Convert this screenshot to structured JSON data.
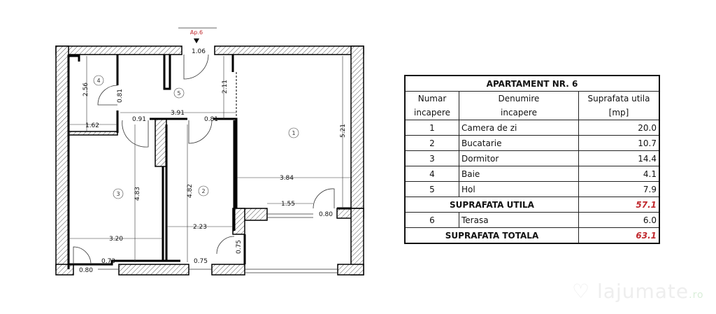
{
  "plan": {
    "apartment_label": "Ap.6",
    "rooms": [
      "1",
      "2",
      "3",
      "4",
      "5"
    ],
    "dimensions": {
      "entrance_width": "1.06",
      "baie_height": "2.56",
      "baie_door": "0.81",
      "hol_depth": "2.11",
      "hol_width": "3.91",
      "dormitor_door": "0.91",
      "bucatarie_door": "0.81",
      "baie_width": "1.62",
      "camera_height": "5.21",
      "camera_width": "3.84",
      "dormitor_height": "4.83",
      "bucatarie_height": "4.82",
      "window_terasa": "1.55",
      "door_terasa": "0.80",
      "bucatarie_width": "2.23",
      "bucatarie_terasa_door": "0.75",
      "dormitor_width": "3.20",
      "dormitor_window": "0.73",
      "bucatarie_window": "0.75",
      "dormitor_balcony_door": "0.80"
    }
  },
  "table": {
    "title": "APARTAMENT NR. 6",
    "headers": {
      "col1_line1": "Numar",
      "col1_line2": "incapere",
      "col2_line1": "Denumire",
      "col2_line2": "incapere",
      "col3_line1": "Suprafata utila",
      "col3_line2": "[mp]"
    },
    "rows": [
      {
        "nr": "1",
        "name": "Camera de zi",
        "area": "20.0"
      },
      {
        "nr": "2",
        "name": "Bucatarie",
        "area": "10.7"
      },
      {
        "nr": "3",
        "name": "Dormitor",
        "area": "14.4"
      },
      {
        "nr": "4",
        "name": "Baie",
        "area": "4.1"
      },
      {
        "nr": "5",
        "name": "Hol",
        "area": "7.9"
      }
    ],
    "subtotal_label": "SUPRAFATA UTILA",
    "subtotal_value": "57.1",
    "terrace": {
      "nr": "6",
      "name": "Terasa",
      "area": "6.0"
    },
    "total_label": "SUPRAFATA TOTALA",
    "total_value": "63.1",
    "accent_color": "#c0282d"
  },
  "watermark": {
    "text": "lajumate",
    "suffix": ".ro"
  }
}
